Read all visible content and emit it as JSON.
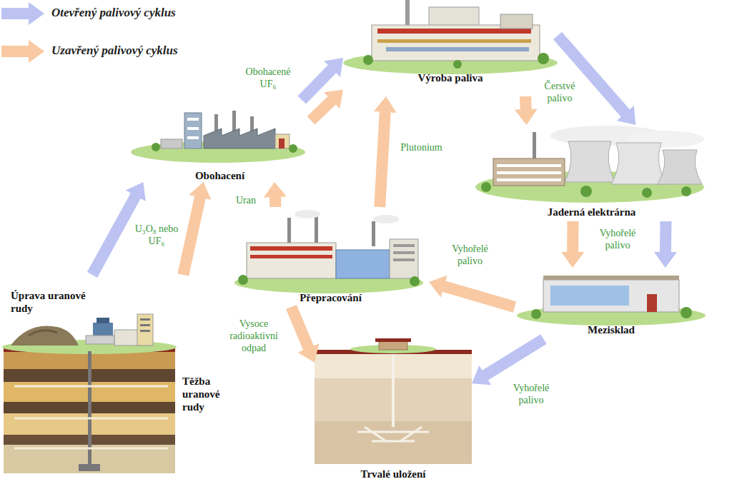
{
  "diagram": {
    "nodes": [
      {
        "text": [
          "Výroba paliva"
        ]
      },
      {
        "text": [
          "Obohacení"
        ]
      },
      {
        "text": [
          "Jaderná elektrárna"
        ]
      },
      {
        "text": [
          "Úprava uranové rudy",
          "Těžba uranové rudy"
        ]
      },
      {
        "text": [
          "Přepracování"
        ]
      },
      {
        "text": [
          "Mezisklad"
        ]
      },
      {
        "text": [
          "Trvalé uložení"
        ]
      }
    ],
    "edges": [
      {
        "from": 3,
        "to": 1,
        "arrow": "to"
      },
      {
        "from": 3,
        "to": 1,
        "arrow": "to",
        "label": "U₃O₈ nebo UF₆"
      },
      {
        "from": 1,
        "to": 0,
        "arrow": "to"
      },
      {
        "from": 1,
        "to": 0,
        "arrow": "to",
        "label": "Obohacené UF₆"
      },
      {
        "from": 0,
        "to": 2,
        "arrow": "to",
        "label": "Čerstvé palivo"
      },
      {
        "from": 0,
        "to": 2,
        "arrow": "to"
      },
      {
        "from": 2,
        "to": 5,
        "arrow": "to"
      },
      {
        "from": 2,
        "to": 5,
        "arrow": "to",
        "label": "Vyhořelé palivo"
      },
      {
        "from": 5,
        "to": 4,
        "arrow": "to",
        "label": "Vyhořelé palivo"
      },
      {
        "from": 5,
        "to": 6,
        "arrow": "to",
        "label": "Vyhořelé palivo"
      },
      {
        "from": 4,
        "to": 1,
        "arrow": "to",
        "label": "Uran"
      },
      {
        "from": 4,
        "to": 0,
        "arrow": "to",
        "label": "Plutonium"
      },
      {
        "from": 4,
        "to": 6,
        "arrow": "to",
        "label": "Vysoce radioaktivní odpad"
      }
    ],
    "legend": [
      {
        "text": "Otevřený palivový cyklus"
      },
      {
        "text": "Uzavřený palivový cyklus"
      }
    ]
  }
}
